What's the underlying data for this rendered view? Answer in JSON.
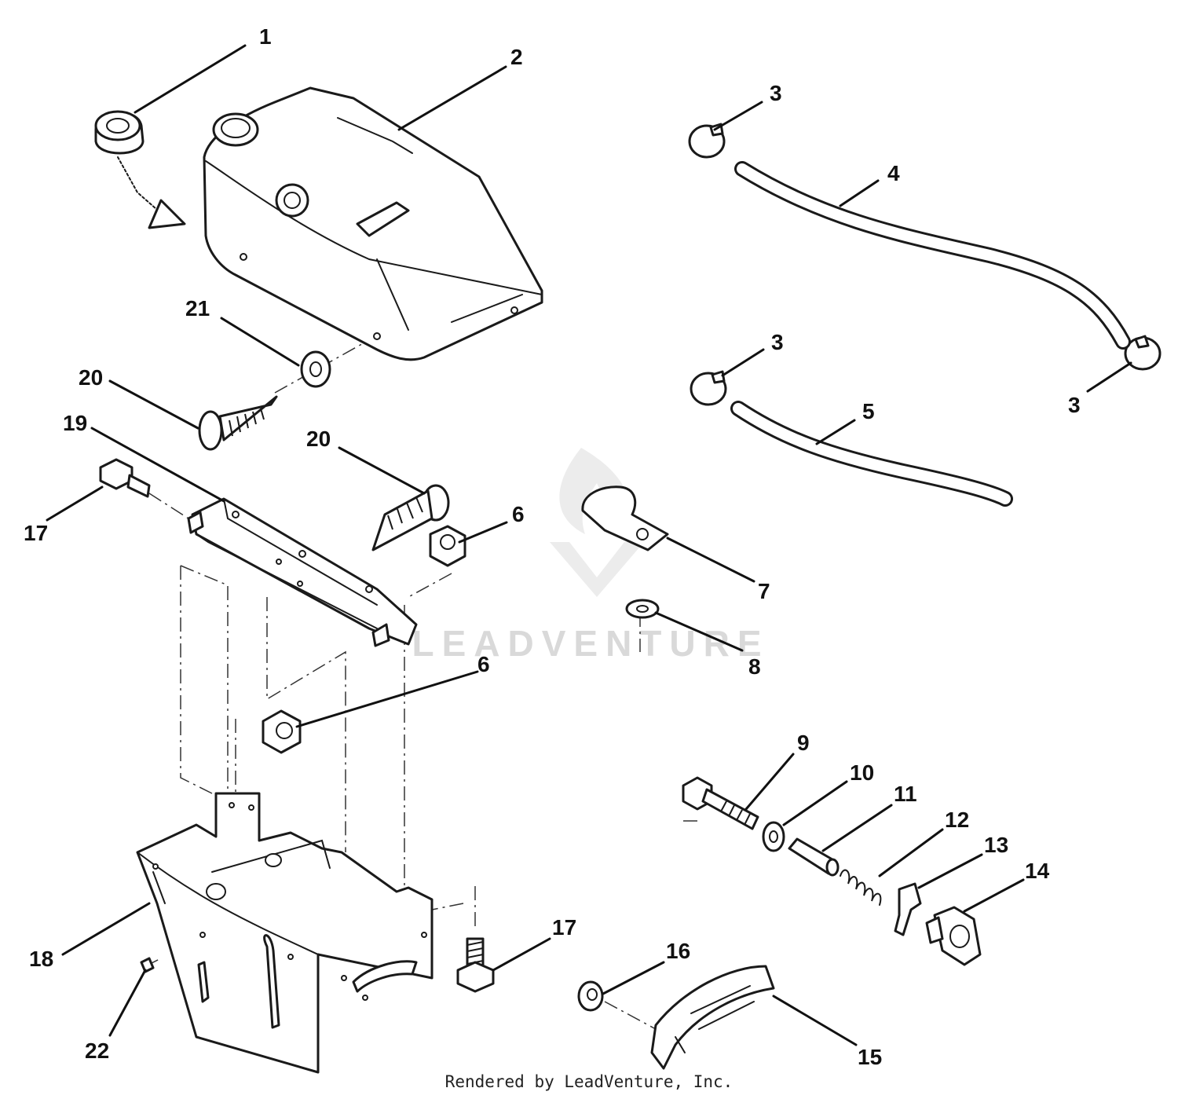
{
  "watermark": "LEADVENTURE",
  "footer": "Rendered by LeadVenture, Inc.",
  "callouts": [
    {
      "id": "c1",
      "label": "1"
    },
    {
      "id": "c2",
      "label": "2"
    },
    {
      "id": "c3a",
      "label": "3"
    },
    {
      "id": "c4",
      "label": "4"
    },
    {
      "id": "c3b",
      "label": "3"
    },
    {
      "id": "c5",
      "label": "5"
    },
    {
      "id": "c3c",
      "label": "3"
    },
    {
      "id": "c21",
      "label": "21"
    },
    {
      "id": "c20a",
      "label": "20"
    },
    {
      "id": "c19",
      "label": "19"
    },
    {
      "id": "c20b",
      "label": "20"
    },
    {
      "id": "c6a",
      "label": "6"
    },
    {
      "id": "c17a",
      "label": "17"
    },
    {
      "id": "c7",
      "label": "7"
    },
    {
      "id": "c8",
      "label": "8"
    },
    {
      "id": "c6b",
      "label": "6"
    },
    {
      "id": "c9",
      "label": "9"
    },
    {
      "id": "c10",
      "label": "10"
    },
    {
      "id": "c11",
      "label": "11"
    },
    {
      "id": "c12",
      "label": "12"
    },
    {
      "id": "c13",
      "label": "13"
    },
    {
      "id": "c14",
      "label": "14"
    },
    {
      "id": "c17b",
      "label": "17"
    },
    {
      "id": "c16",
      "label": "16"
    },
    {
      "id": "c18",
      "label": "18"
    },
    {
      "id": "c15",
      "label": "15"
    },
    {
      "id": "c22",
      "label": "22"
    }
  ]
}
